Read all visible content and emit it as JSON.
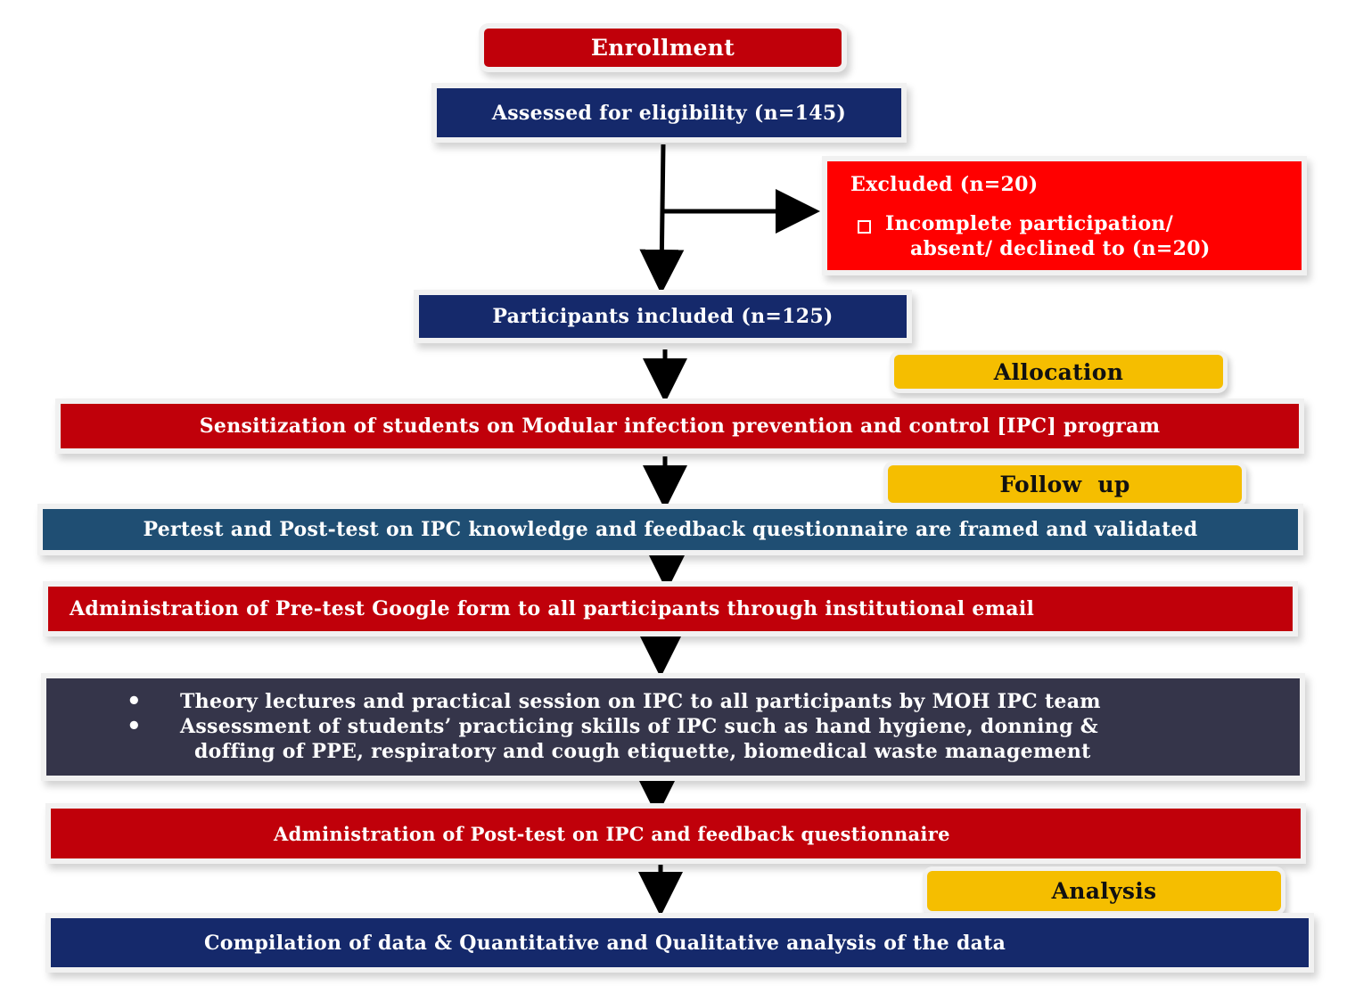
{
  "enrollment": "Enrollment",
  "assessed": "Assessed for eligibility (n=145)",
  "excluded": {
    "title": "Excluded (n=20)",
    "item_line1": "Incomplete participation/",
    "item_line2": "absent/ declined to (n=20)"
  },
  "included": "Participants included (n=125)",
  "allocation": "Allocation",
  "sensitization": "Sensitization of students on Modular infection prevention and control [IPC] program",
  "follow_up": "Follow  up",
  "pretest_framing": "Pertest and Post-test on IPC knowledge and feedback questionnaire are framed and validated",
  "pretest_admin": "Administration of Pre-test Google form to all participants through institutional email",
  "theory": {
    "bullet1": "Theory lectures and practical session on IPC to all participants by MOH IPC team",
    "bullet2": "Assessment of students’ practicing skills of IPC such as hand hygiene, donning &",
    "bullet2_cont": "doffing of PPE, respiratory and cough etiquette, biomedical waste management"
  },
  "posttest": "Administration of Post-test on IPC and feedback questionnaire",
  "analysis": "Analysis",
  "compilation": "Compilation of data & Quantitative and Qualitative analysis of the data",
  "colors": {
    "red": "#c0000a",
    "bright_red": "#ff0000",
    "navy": "#15296b",
    "teal": "#1f4e73",
    "slate": "#35354a",
    "gold": "#f5be00"
  }
}
